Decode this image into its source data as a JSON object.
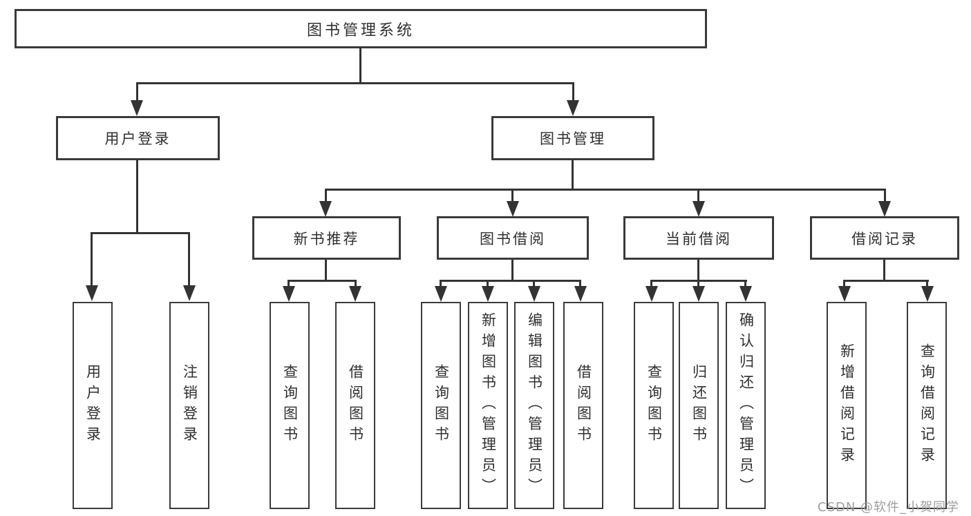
{
  "colors": {
    "line": "#333333",
    "box_border": "#3a3a3a",
    "text": "#2f2f2f",
    "watermark": "#9d9d9d",
    "background": "#ffffff"
  },
  "watermark": {
    "text": "CSDN @软件_小贺同学"
  },
  "tree": {
    "root": "图书管理系统",
    "branches": [
      {
        "label": "用户登录",
        "children": [
          "用户登录",
          "注销登录"
        ]
      },
      {
        "label": "图书管理",
        "children": [
          {
            "label": "新书推荐",
            "children": [
              "查询图书",
              "借阅图书"
            ]
          },
          {
            "label": "图书借阅",
            "children": [
              "查询图书",
              "新增图书（管理员）",
              "编辑图书（管理员）",
              "借阅图书"
            ]
          },
          {
            "label": "当前借阅",
            "children": [
              "查询图书",
              "归还图书",
              "确认归还（管理员）"
            ]
          },
          {
            "label": "借阅记录",
            "children": [
              "新增借阅记录",
              "查询借阅记录"
            ]
          }
        ]
      }
    ]
  }
}
